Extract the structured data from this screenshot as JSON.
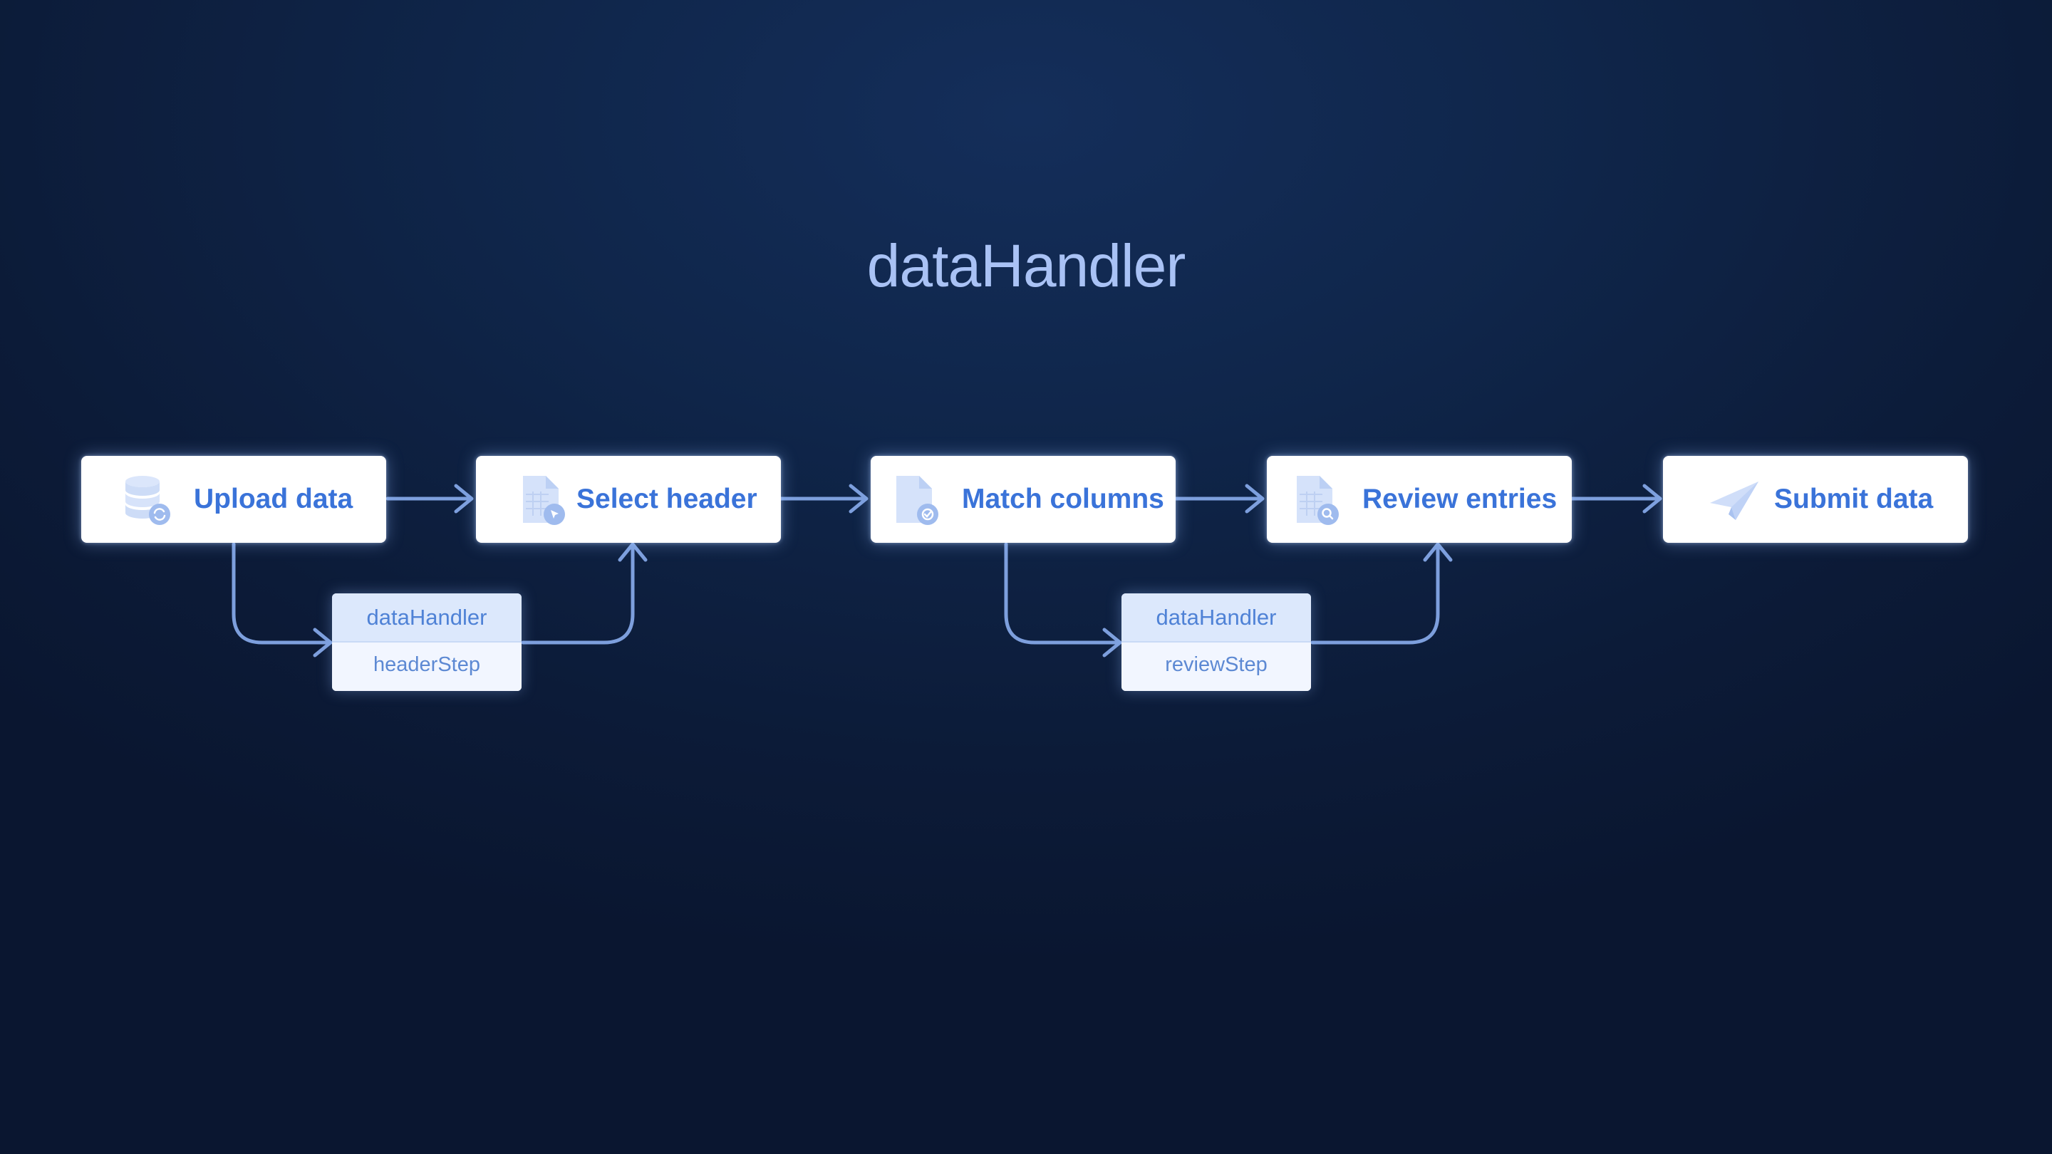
{
  "title": "dataHandler",
  "steps": [
    {
      "label": "Upload data",
      "icon": "database-sync-icon"
    },
    {
      "label": "Select header",
      "icon": "document-cursor-icon"
    },
    {
      "label": "Match columns",
      "icon": "document-check-icon"
    },
    {
      "label": "Review entries",
      "icon": "spreadsheet-search-icon"
    },
    {
      "label": "Submit data",
      "icon": "paper-plane-icon"
    }
  ],
  "substeps": [
    {
      "handler": "dataHandler",
      "step": "headerStep"
    },
    {
      "handler": "dataHandler",
      "step": "reviewStep"
    }
  ],
  "colors": {
    "accent": "#3a73d9",
    "connector": "#7d9fdd",
    "title": "#a9c2f5",
    "background": "#0f2549"
  }
}
